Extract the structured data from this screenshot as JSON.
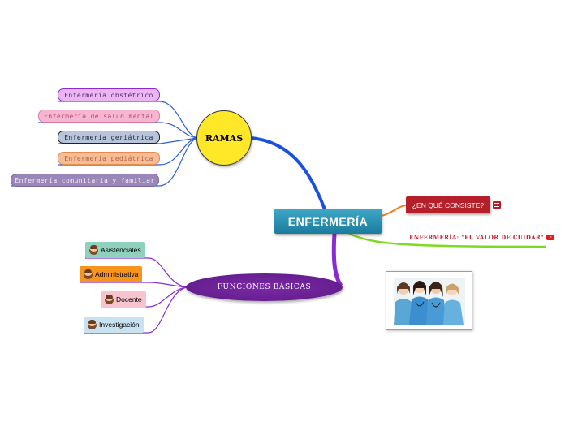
{
  "central": {
    "label": "ENFERMERÍA"
  },
  "ramas": {
    "label": "RAMAS",
    "items": [
      {
        "label": "Enfermería obstétrico"
      },
      {
        "label": "Enfermería de salud mental"
      },
      {
        "label": "Enfermería geriátrica"
      },
      {
        "label": "Enfermería pediátrica"
      },
      {
        "label": "Enfermería comunitaria y familiar"
      }
    ]
  },
  "funciones": {
    "label": "FUNCIONES BÁSICAS",
    "items": [
      {
        "label": "Asistenciales"
      },
      {
        "label": "Administrativa"
      },
      {
        "label": "Docente"
      },
      {
        "label": "Investigación"
      }
    ]
  },
  "consiste": {
    "label": "¿EN QUÉ CONSISTE?",
    "icon": "notes-icon"
  },
  "valor": {
    "label": "ENFERMERÍA: \"EL VALOR DE CUIDAR\"",
    "icon": "youtube-icon"
  },
  "image": {
    "icon": "nurses-photo"
  },
  "colors": {
    "central": "#2a93b3",
    "ramas_fill": "#ffe827",
    "funciones_fill": "#6a2196",
    "consiste_fill": "#b41f2a",
    "ramas_links": "#2b5fd9",
    "funciones_links": "#8a2bd2",
    "consiste_link": "#f07d1f",
    "valor_link": "#7ddb1f"
  }
}
